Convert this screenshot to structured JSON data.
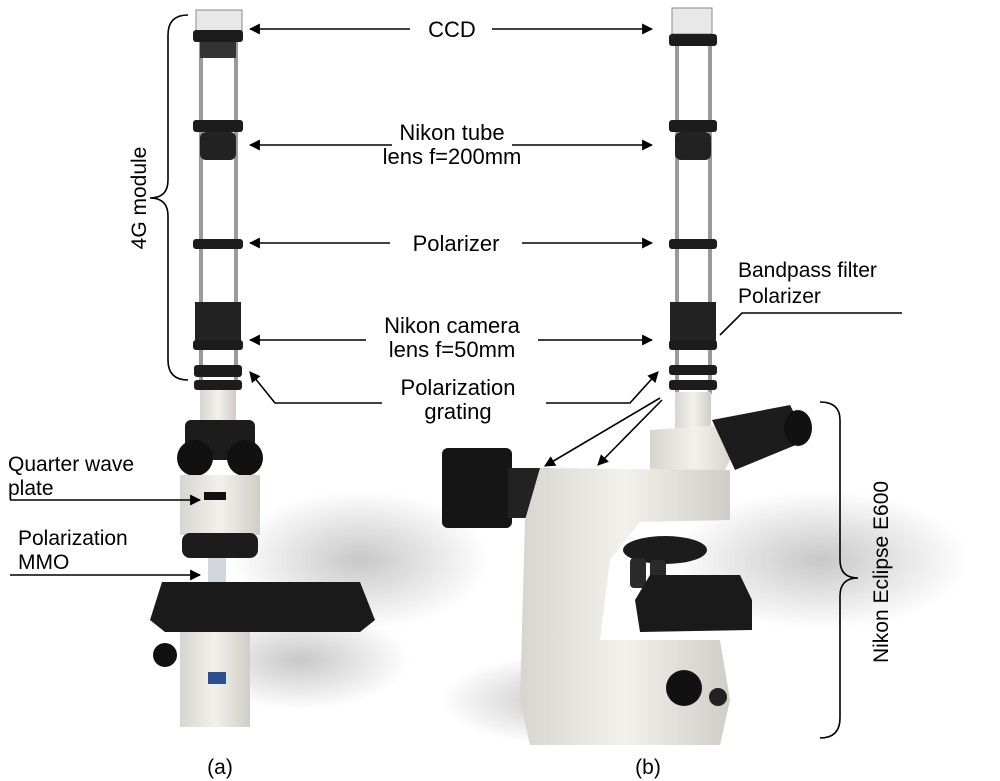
{
  "labels": {
    "ccd": "CCD",
    "tube_line1": "Nikon tube",
    "tube_line2": "lens f=200mm",
    "polarizer": "Polarizer",
    "camera_line1": "Nikon camera",
    "camera_line2": "lens f=50mm",
    "grating_line1": "Polarization",
    "grating_line2": "grating",
    "bandpass_line1": "Bandpass filter",
    "bandpass_line2": "Polarizer",
    "quarter_line1": "Quarter wave",
    "quarter_line2": "plate",
    "mmo_line1": "Polarization",
    "mmo_line2": "MMO",
    "module": "4G module",
    "eclipse": "Nikon Eclipse E600",
    "panel_a": "(a)",
    "panel_b": "(b)"
  },
  "colors": {
    "microscope_body": "#e9e7e1",
    "black_parts": "#1c1c1c",
    "rails": "#9a9a9a"
  }
}
